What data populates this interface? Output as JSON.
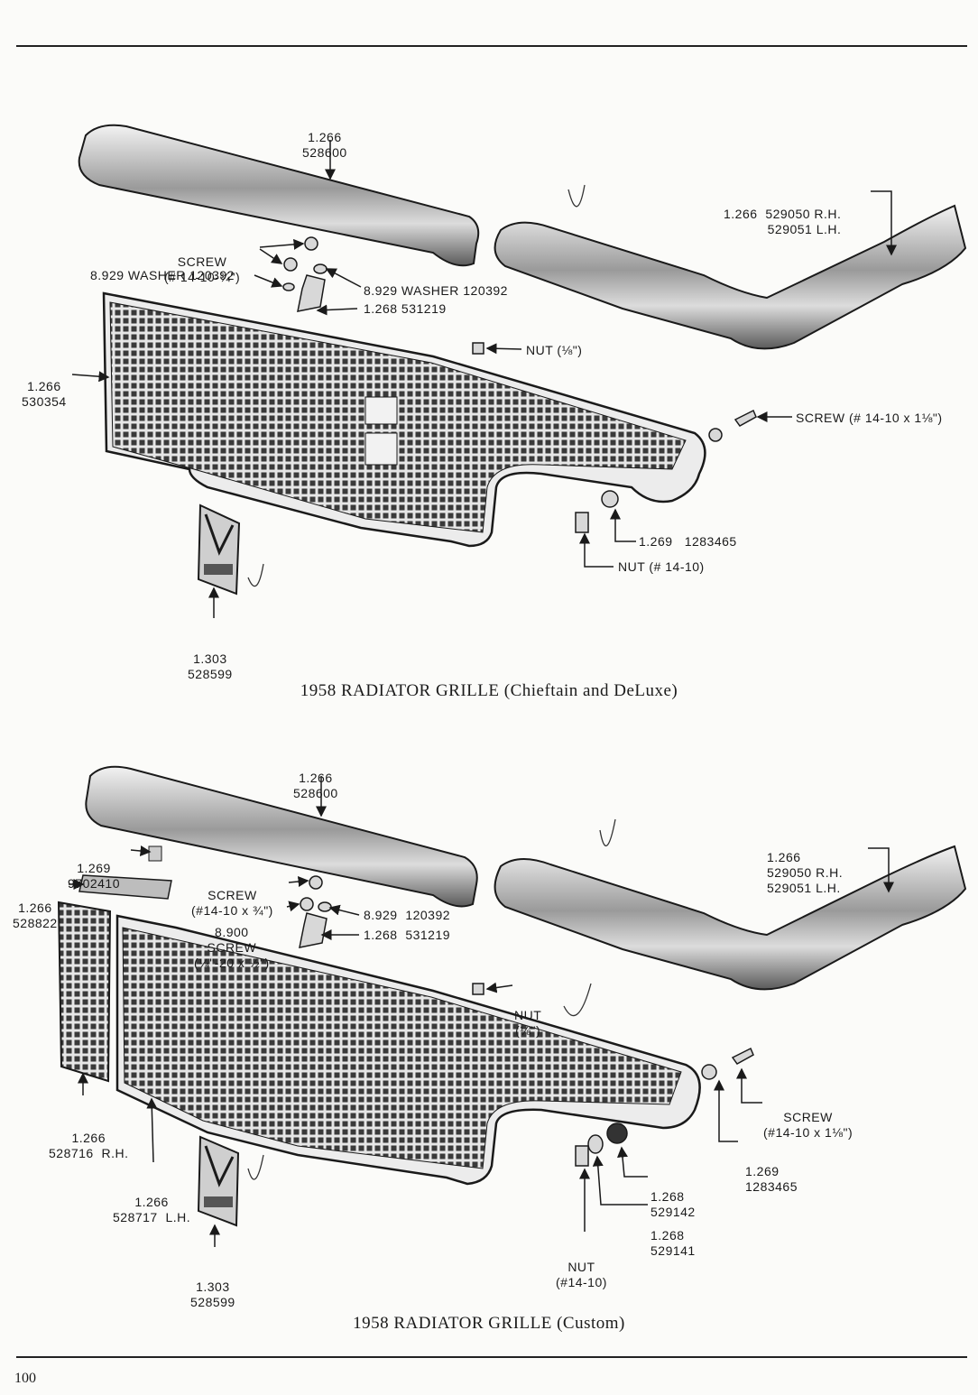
{
  "page_number": "100",
  "diagrams": [
    {
      "caption": "1958 RADIATOR GRILLE (Chieftain and DeLuxe)",
      "labels": {
        "upper_molding": [
          "1.266",
          "528600"
        ],
        "side_molding": [
          "1.266  529050 R.H.",
          "529051 L.H."
        ],
        "screw": [
          "SCREW",
          "(# 14-10-¾\")"
        ],
        "washer_left": "8.929 WASHER 120392",
        "washer_right": "8.929 WASHER 120392",
        "bracket": "1.268 531219",
        "grille": [
          "1.266",
          "530354"
        ],
        "nut_small": "NUT (⅛\")",
        "screw_right": "SCREW (# 14-10 x 1⅛\")",
        "grommet": "1.269   1283465",
        "nut": "NUT (# 14-10)",
        "emblem": [
          "1.303",
          "528599"
        ]
      }
    },
    {
      "caption": "1958 RADIATOR GRILLE (Custom)",
      "labels": {
        "upper_molding": [
          "1.266",
          "528600"
        ],
        "side_molding": [
          "1.266",
          "529050 R.H.",
          "529051 L.H."
        ],
        "bolt": [
          "1.269",
          "9702410"
        ],
        "plate": [
          "1.266",
          "528822"
        ],
        "screw_top": [
          "SCREW",
          "(#14-10 x ¾\")"
        ],
        "screw_small": [
          "8.900",
          "SCREW",
          "(¼\"-20 x ½\")"
        ],
        "washer": "8.929  120392",
        "bracket": "1.268  531219",
        "nut_small": [
          "NUT",
          "(⅛\")"
        ],
        "grille_rh": [
          "1.266",
          "528716  R.H."
        ],
        "grille_lh": [
          "1.266",
          "528717  L.H."
        ],
        "emblem": [
          "1.303",
          "528599"
        ],
        "screw_right": [
          "SCREW",
          "(#14-10 x 1⅛\")"
        ],
        "grommet": [
          "1.269",
          "1283465"
        ],
        "spacer_a": [
          "1.268",
          "529142"
        ],
        "spacer_b": [
          "1.268",
          "529141"
        ],
        "nut": [
          "NUT",
          "(#14-10)"
        ]
      }
    }
  ]
}
